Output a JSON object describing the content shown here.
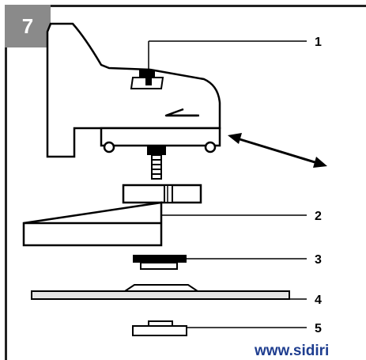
{
  "figure": {
    "number": "7"
  },
  "callouts": [
    {
      "label": "1"
    },
    {
      "label": "2"
    },
    {
      "label": "3"
    },
    {
      "label": "4"
    },
    {
      "label": "5"
    }
  ],
  "watermark": {
    "text": "www.sidiri"
  },
  "colors": {
    "badge": "#8a8a8a",
    "ink": "#000000",
    "disc": "#e6e6e6",
    "watermark": "#1e3d8f"
  }
}
